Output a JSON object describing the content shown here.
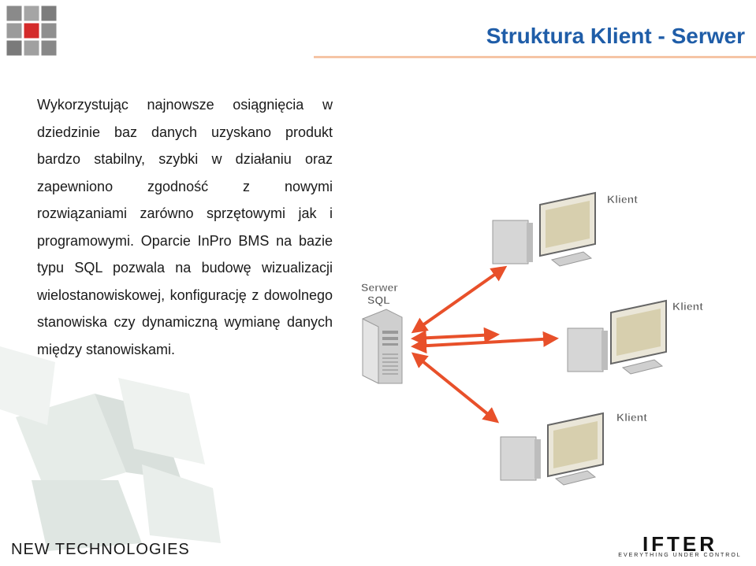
{
  "slide": {
    "title": "Struktura Klient - Serwer",
    "body": "Wykorzystując najnowsze osiągnięcia w dziedzinie baz danych uzyskano produkt bardzo stabilny, szybki w działaniu oraz zapewniono zgodność z nowymi rozwiązaniami zarówno sprzętowymi jak i programowymi. Oparcie InPro BMS na bazie typu SQL pozwala na budowę wizualizacji wielostanowiskowej, konfigurację z dowolnego stanowiska czy dynamiczną wymianę danych między stanowiskami."
  },
  "diagram": {
    "server_label_line1": "Serwer",
    "server_label_line2": "SQL",
    "client_label": "Klient",
    "arrow_color": "#e8502a"
  },
  "footer": {
    "left_brand": "NEW TECHNOLOGIES",
    "right_brand": "IFTER",
    "right_tagline": "EVERYTHING UNDER CONTROL"
  },
  "colors": {
    "title": "#1f5da8",
    "rule": "#f5c5a5"
  }
}
